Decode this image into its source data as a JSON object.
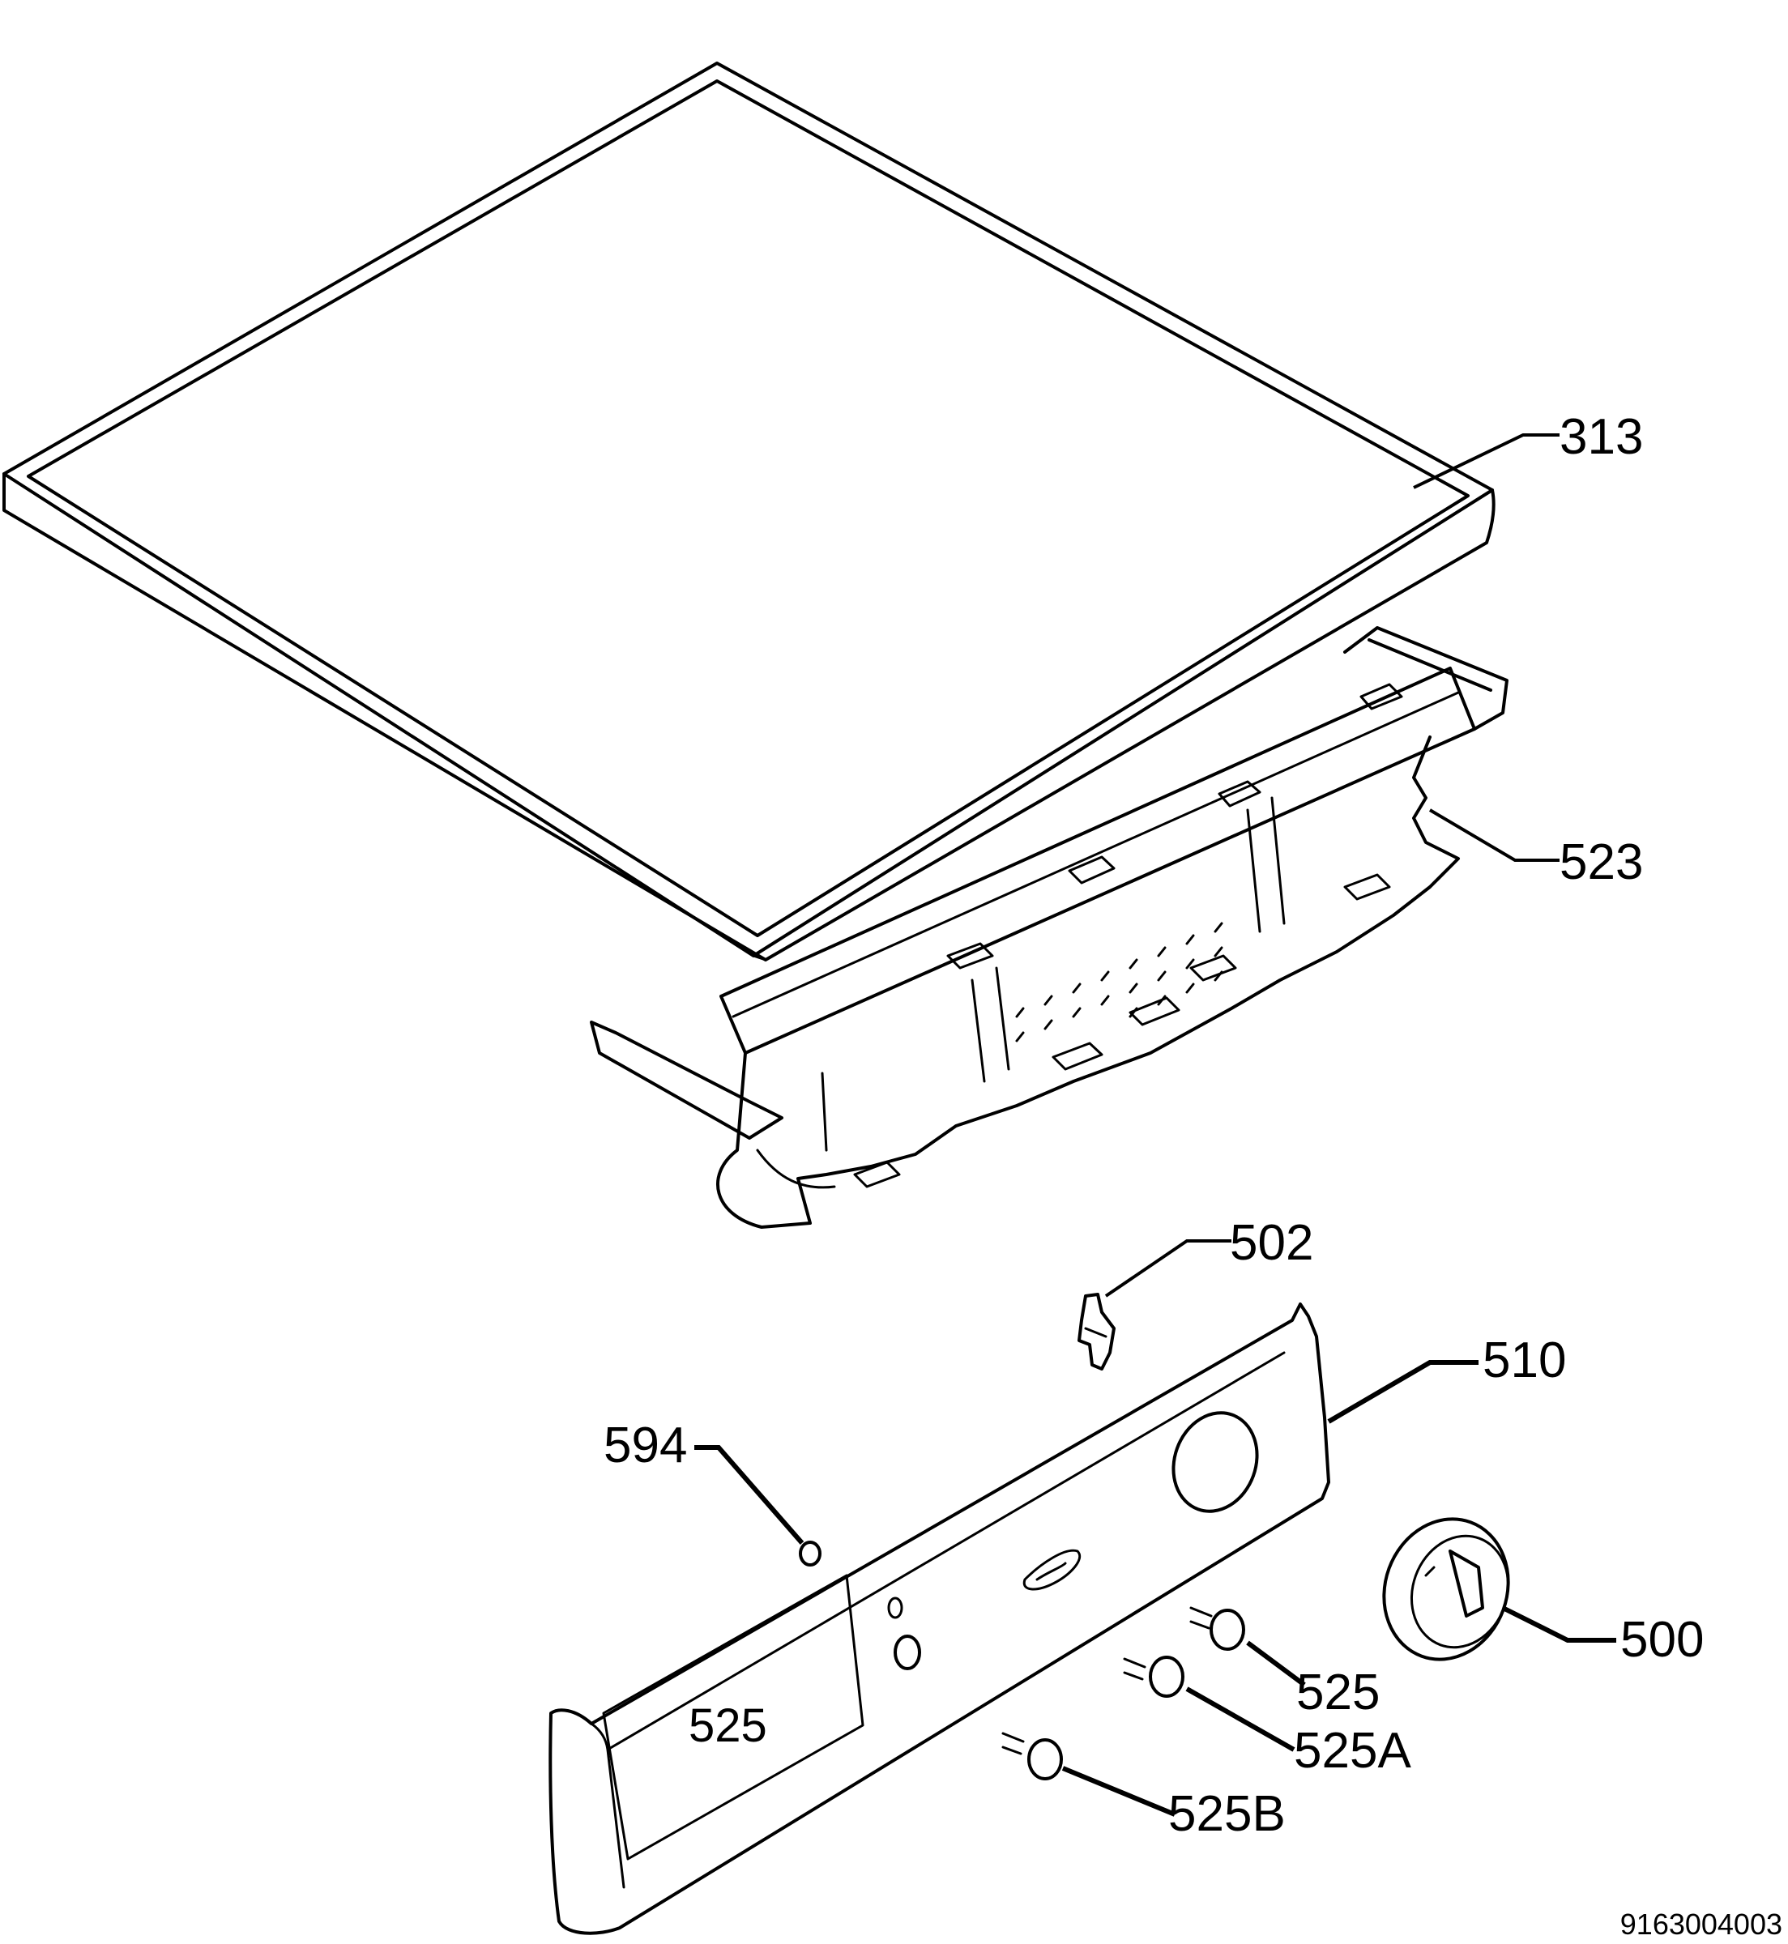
{
  "callouts": {
    "c313": "313",
    "c523": "523",
    "c502": "502",
    "c510": "510",
    "c594": "594",
    "c500": "500",
    "c525_inline": "525",
    "c525": "525",
    "c525A": "525A",
    "c525B": "525B"
  },
  "document_id": "9163004003"
}
